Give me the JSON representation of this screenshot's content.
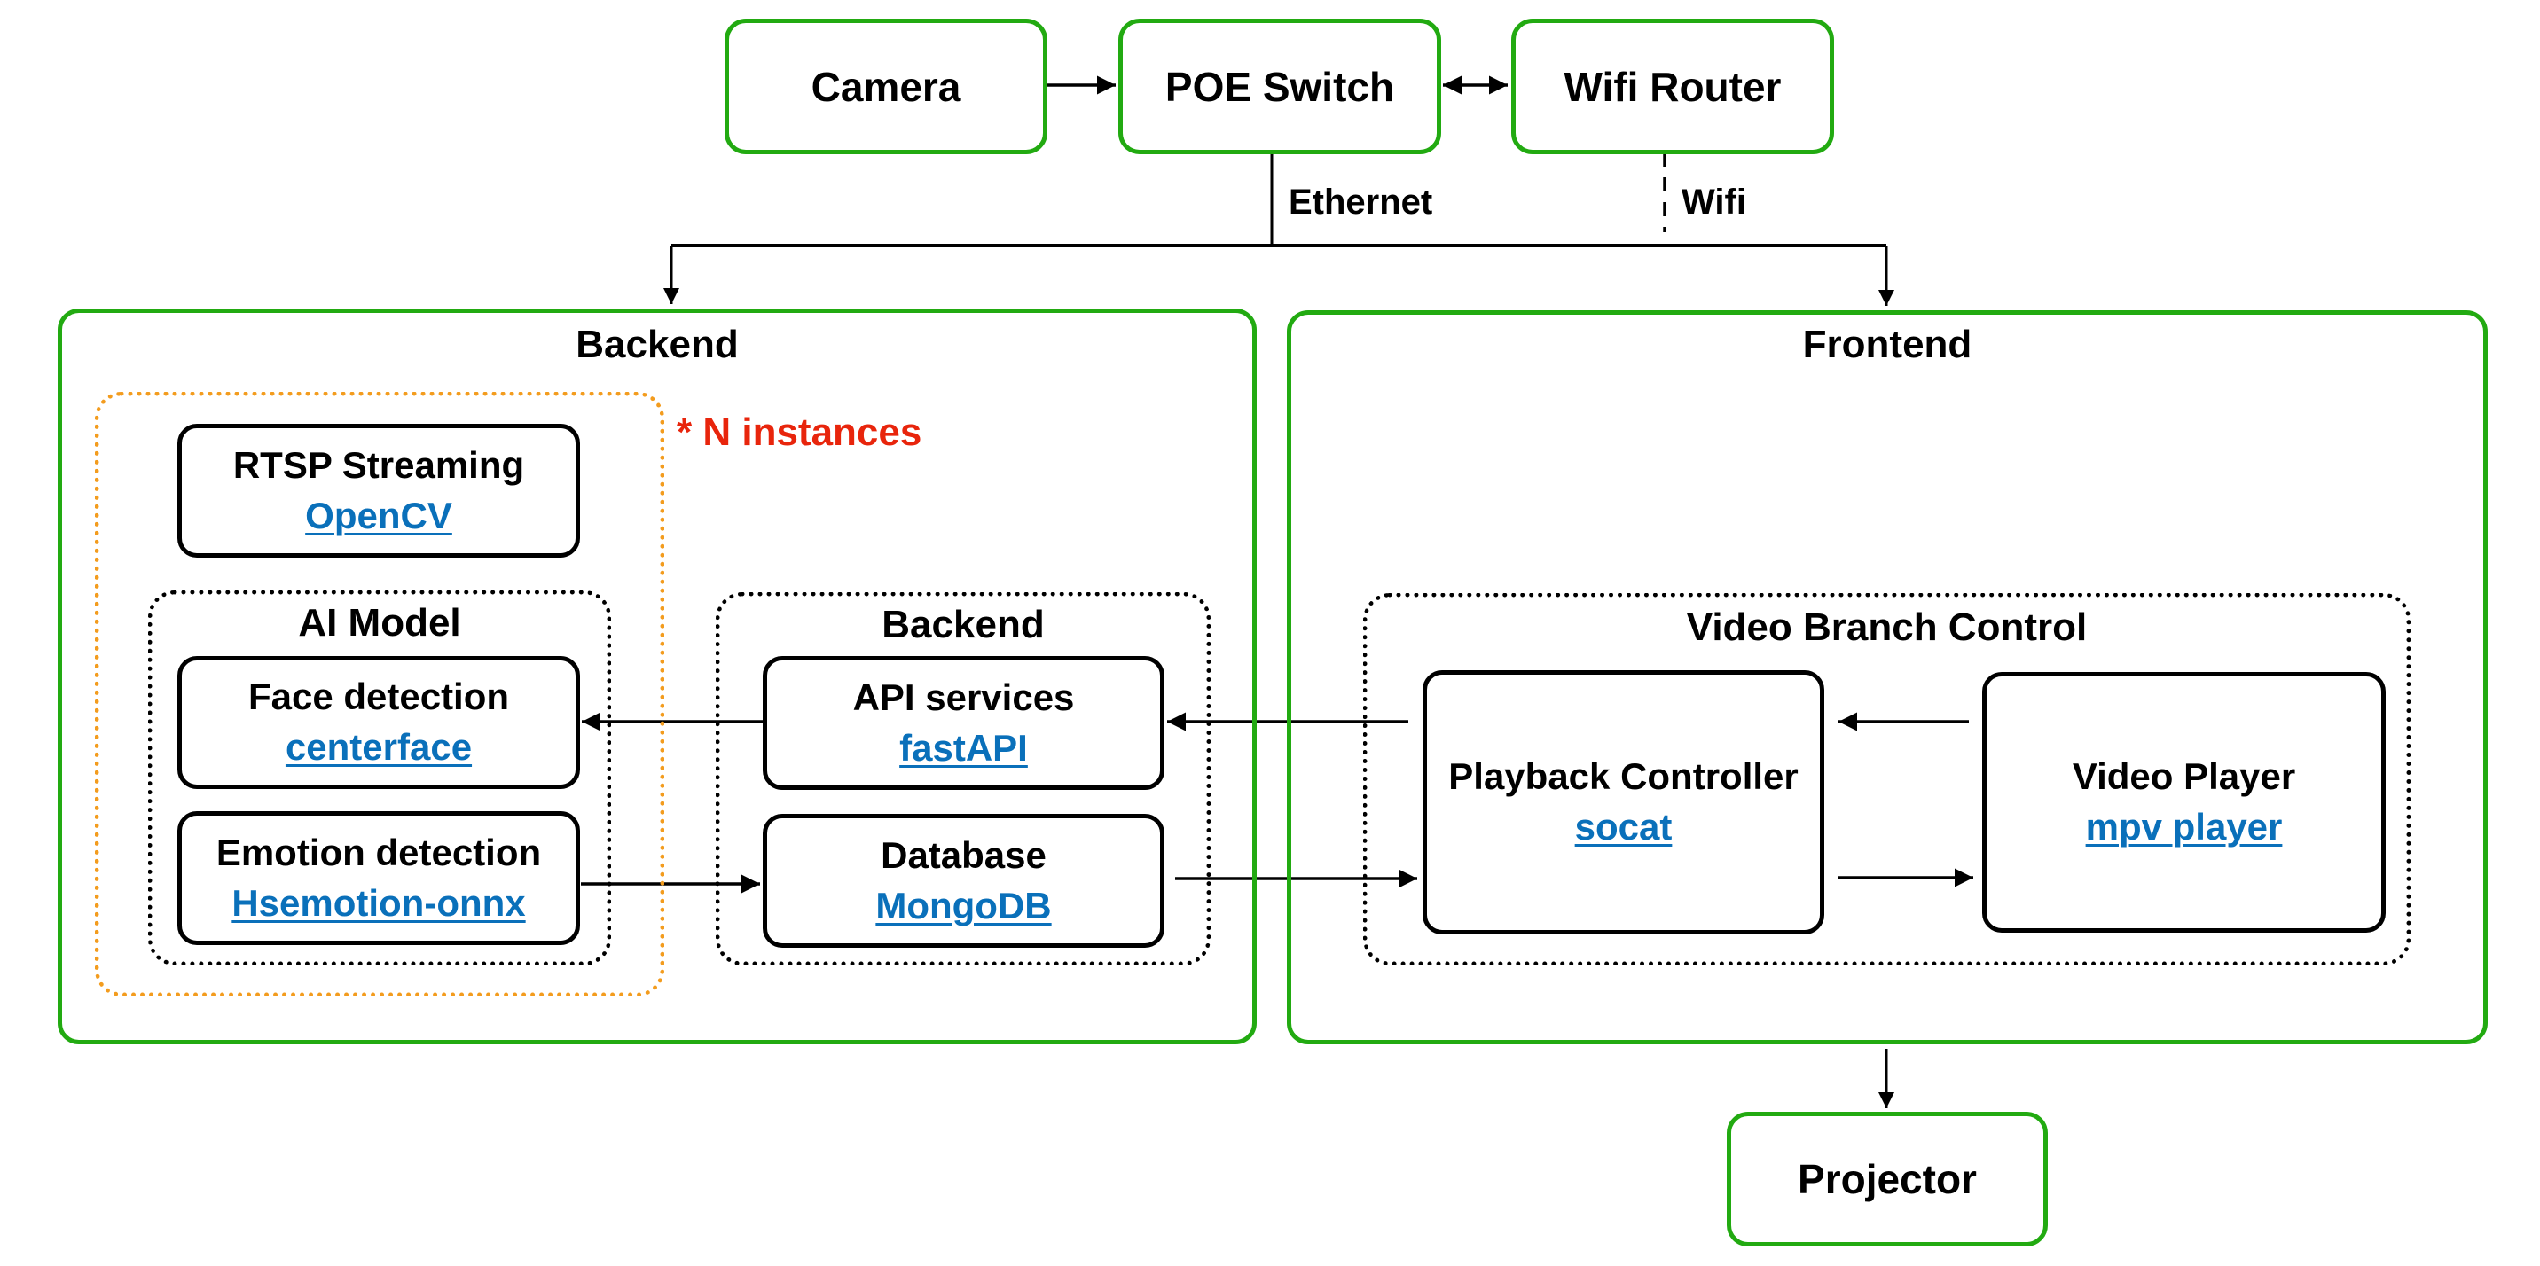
{
  "colors": {
    "device_border": "#22aa11",
    "instance_group_border": "#f39c1e",
    "note_text": "#e8250c",
    "link_text": "#0a70ba",
    "component_border": "#000000"
  },
  "devices": {
    "camera": "Camera",
    "poe_switch": "POE Switch",
    "wifi_router": "Wifi Router",
    "projector": "Projector"
  },
  "connections": {
    "ethernet_label": "Ethernet",
    "wifi_label": "Wifi"
  },
  "backend": {
    "title": "Backend",
    "instances_note": "* N instances",
    "rtsp": {
      "title": "RTSP Streaming",
      "tech": "OpenCV"
    },
    "ai_model": {
      "title": "AI Model",
      "face": {
        "title": "Face detection",
        "tech": "centerface"
      },
      "emotion": {
        "title": "Emotion detection",
        "tech": "Hsemotion-onnx"
      }
    },
    "services": {
      "title": "Backend",
      "api": {
        "title": "API services",
        "tech": "fastAPI"
      },
      "database": {
        "title": "Database",
        "tech": "MongoDB"
      }
    }
  },
  "frontend": {
    "title": "Frontend",
    "video_branch_control": {
      "title": "Video Branch Control",
      "playback": {
        "title": "Playback Controller",
        "tech": "socat"
      },
      "player": {
        "title": "Video Player",
        "tech": "mpv player"
      }
    }
  },
  "edges": [
    {
      "from": "Camera",
      "to": "POE Switch",
      "style": "solid",
      "direction": "forward"
    },
    {
      "from": "POE Switch",
      "to": "Wifi Router",
      "style": "solid",
      "direction": "both"
    },
    {
      "from": "POE Switch",
      "to": "Backend",
      "style": "solid",
      "label": "Ethernet"
    },
    {
      "from": "POE Switch",
      "to": "Frontend",
      "style": "solid",
      "label": "Ethernet"
    },
    {
      "from": "Wifi Router",
      "to": "Network bus",
      "style": "dashed",
      "label": "Wifi"
    },
    {
      "from": "API services",
      "to": "Face detection",
      "style": "solid"
    },
    {
      "from": "Emotion detection",
      "to": "Database",
      "style": "solid"
    },
    {
      "from": "Playback Controller",
      "to": "API services",
      "style": "solid"
    },
    {
      "from": "Database",
      "to": "Playback Controller",
      "style": "solid"
    },
    {
      "from": "Video Player",
      "to": "Playback Controller",
      "style": "solid"
    },
    {
      "from": "Playback Controller",
      "to": "Video Player",
      "style": "solid"
    },
    {
      "from": "Frontend",
      "to": "Projector",
      "style": "solid"
    }
  ]
}
